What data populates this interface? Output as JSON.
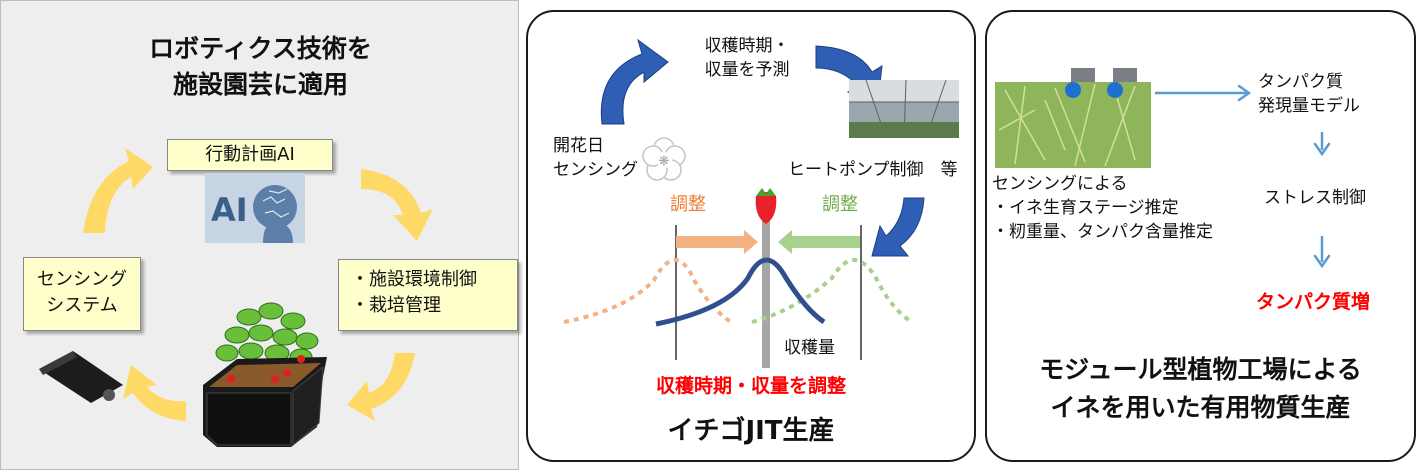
{
  "left": {
    "title_line1": "ロボティクス技術を",
    "title_line2": "施設園芸に適用",
    "ai_box": "行動計画AI",
    "ai_image_text": "AI",
    "control_line1": "・施設環境制御",
    "control_line2": "・栽培管理",
    "sensing_line1": "センシング",
    "sensing_line2": "システム"
  },
  "middle": {
    "predict_line1": "収穫時期・",
    "predict_line2": "収量を予測",
    "flower_line1": "開花日",
    "flower_line2": "センシング",
    "heatpump": "ヒートポンプ制御　等",
    "adjust_left": "調整",
    "adjust_right": "調整",
    "harvest_amount": "収穫量",
    "red_caption": "収穫時期・収量を調整",
    "bottom_title": "イチゴJIT生産",
    "colors": {
      "orange": "#f4b183",
      "green": "#a9d18e",
      "navy": "#2f4f8f",
      "red": "#ff0000",
      "blue_arrow": "#2e5fb5"
    }
  },
  "right": {
    "sensing_caption_line1": "センシングによる",
    "sensing_caption_line2": "・イネ生育ステージ推定",
    "sensing_caption_line3": "・籾重量、タンパク含量推定",
    "protein_model_line1": "タンパク質",
    "protein_model_line2": "発現量モデル",
    "stress_control": "ストレス制御",
    "protein_increase": "タンパク質増",
    "bottom_line1": "モジュール型植物工場による",
    "bottom_line2": "イネを用いた有用物質生産",
    "colors": {
      "arrow": "#5b9bd5",
      "red": "#ff0000"
    }
  }
}
